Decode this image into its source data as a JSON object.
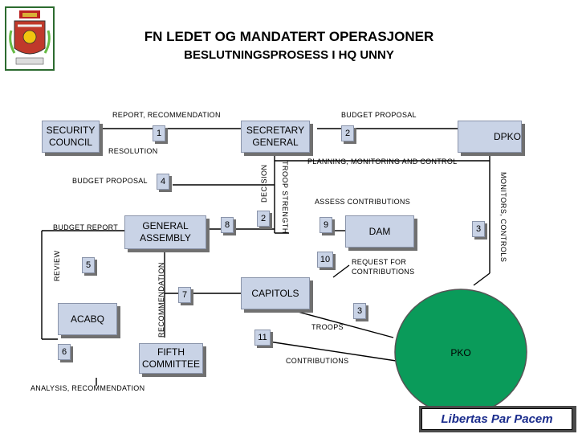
{
  "header": {
    "title": "FN LEDET OG MANDATERT OPERASJONER",
    "subtitle": "BESLUTNINGSPROSESS I HQ UNNY"
  },
  "nodes": {
    "security_council": "SECURITY COUNCIL",
    "secretary_general": "SECRETARY GENERAL",
    "dpko": "DPKO",
    "general_assembly": "GENERAL ASSEMBLY",
    "dam": "DAM",
    "capitols": "CAPITOLS",
    "acabq": "ACABQ",
    "fifth_committee": "FIFTH COMMITTEE",
    "pko": "PKO"
  },
  "steps": {
    "s1": "1",
    "s2a": "2",
    "s2b": "2",
    "s3a": "3",
    "s3b": "3",
    "s4": "4",
    "s5": "5",
    "s6": "6",
    "s7": "7",
    "s8": "8",
    "s9": "9",
    "s10": "10",
    "s11": "11"
  },
  "labels": {
    "report_recommendation": "REPORT, RECOMMENDATION",
    "budget_proposal_top": "BUDGET PROPOSAL",
    "resolution": "RESOLUTION",
    "planning": "PLANNING, MONITORING AND CONTROL",
    "budget_proposal_left": "BUDGET PROPOSAL",
    "budget_report": "BUDGET REPORT",
    "review": "REVIEW",
    "recommendation": "RECOMMENDATION",
    "decision": "DECISION",
    "troop_strength": "TROOP STRENGTH",
    "monitors_controls": "MONITORS, CONTROLS",
    "assess_contributions": "ASSESS CONTRIBUTIONS",
    "request_contributions": "REQUEST FOR CONTRIBUTIONS",
    "troops": "TROOPS",
    "contributions": "CONTRIBUTIONS",
    "analysis_recommendation": "ANALYSIS, RECOMMENDATION"
  },
  "footer": {
    "motto": "Libertas Par Pacem"
  },
  "logo": {
    "icon": "coat-of-arms-icon"
  },
  "colors": {
    "box_fill": "#c9d3e6",
    "pko_fill": "#0a9b5a",
    "footer_fill": "#4a4a4a"
  }
}
